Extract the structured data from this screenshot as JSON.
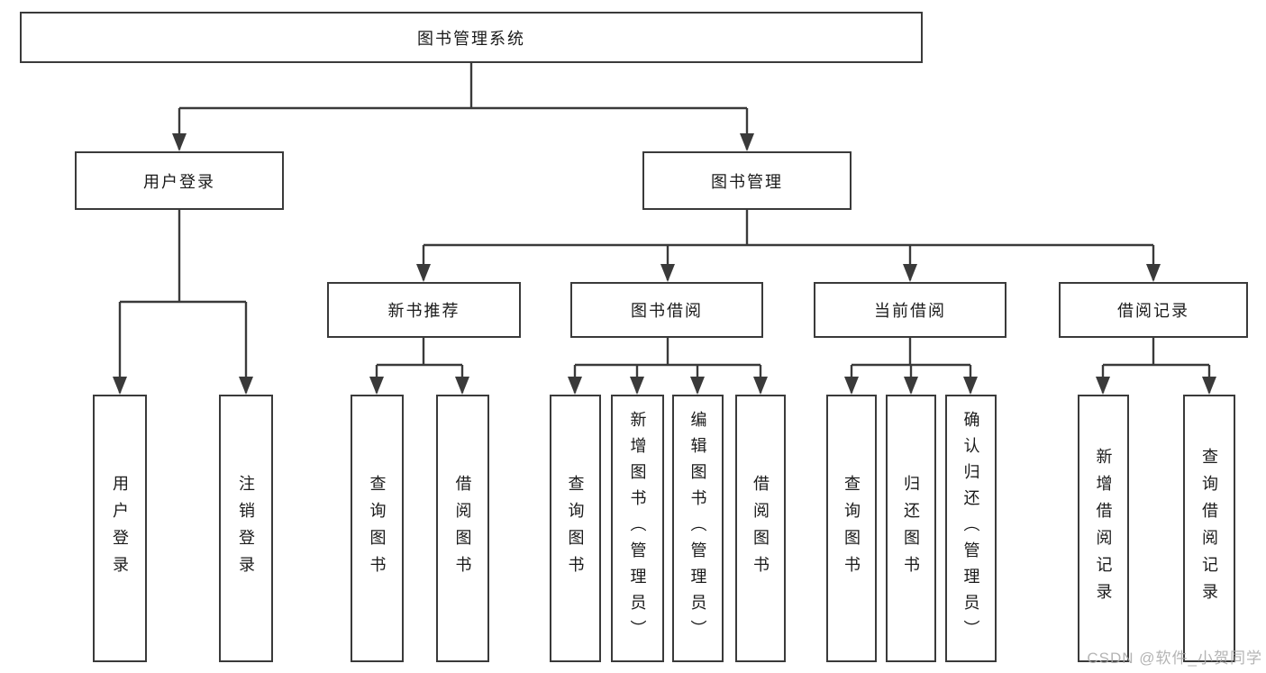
{
  "colors": {
    "line": "#3a3a3a",
    "text": "#1a1a1a",
    "box_background": "#ffffff",
    "watermark": "#a8a8a8"
  },
  "watermark": "CSDN @软件_小贺同学",
  "tree": {
    "root": "图书管理系统",
    "branches": [
      {
        "label": "用户登录",
        "children": [
          "用户登录",
          "注销登录"
        ]
      },
      {
        "label": "图书管理",
        "groups": [
          {
            "label": "新书推荐",
            "children": [
              "查询图书",
              "借阅图书"
            ]
          },
          {
            "label": "图书借阅",
            "children": [
              "查询图书",
              "新增图书（管理员）",
              "编辑图书（管理员）",
              "借阅图书"
            ]
          },
          {
            "label": "当前借阅",
            "children": [
              "查询图书",
              "归还图书",
              "确认归还（管理员）"
            ]
          },
          {
            "label": "借阅记录",
            "children": [
              "新增借阅记录",
              "查询借阅记录"
            ]
          }
        ]
      }
    ]
  }
}
